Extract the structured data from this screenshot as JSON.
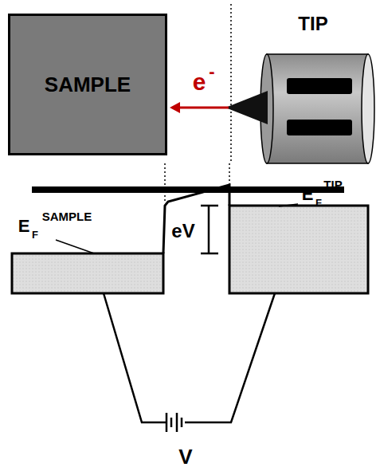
{
  "diagram": {
    "nodes": [
      {
        "text": [
          "SAMPLE"
        ]
      }
    ],
    "labels": [
      "TIP",
      "e",
      "-",
      "E",
      "F",
      "SAMPLE",
      "E",
      "F",
      "TIP",
      "eV",
      "V"
    ]
  }
}
